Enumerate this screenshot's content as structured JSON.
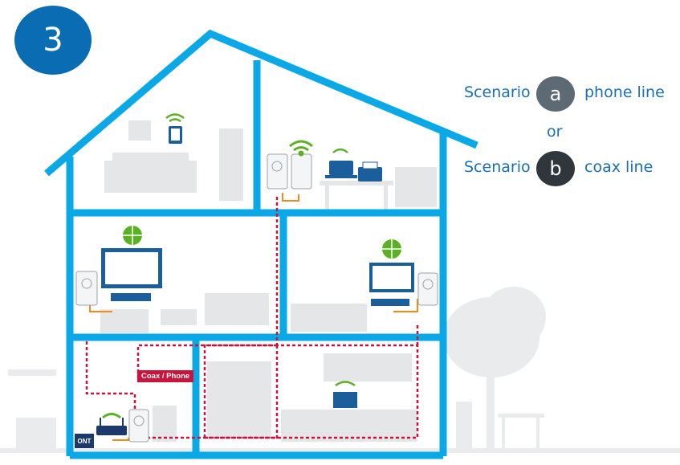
{
  "step": {
    "number": "3"
  },
  "legend": {
    "scenario_a": {
      "prefix": "Scenario",
      "letter": "a",
      "label": "phone line"
    },
    "or_text": "or",
    "scenario_b": {
      "prefix": "Scenario",
      "letter": "b",
      "label": "coax line"
    }
  },
  "labels": {
    "cable": "Coax / Phone",
    "ont": "ONT"
  },
  "colors": {
    "house": "#0aa8e6",
    "badge": "#0a6db4",
    "legend_text": "#1a6fb5",
    "badge_a": "#5e6a73",
    "badge_b": "#2f373d",
    "cable": "#c8143c",
    "wifi": "#5bb026",
    "device": "#1b5e9c",
    "furniture": "#e5e7e9"
  }
}
